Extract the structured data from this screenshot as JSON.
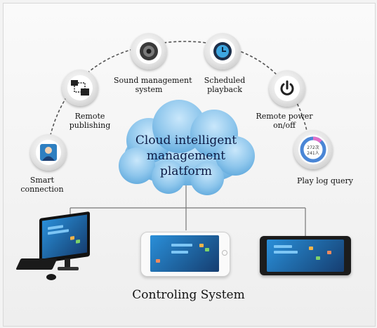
{
  "diagram": {
    "center_label_lines": [
      "Cloud intelligent",
      "management",
      "platform"
    ],
    "footer_label": "Controling System",
    "nodes": [
      {
        "label_lines": [
          "Smart",
          "connection"
        ],
        "icon": "user-icon"
      },
      {
        "label_lines": [
          "Remote",
          "publishing"
        ],
        "icon": "network-icon"
      },
      {
        "label_lines": [
          "Sound management",
          "system"
        ],
        "icon": "speaker-icon"
      },
      {
        "label_lines": [
          "Scheduled",
          "playback"
        ],
        "icon": "clock-icon"
      },
      {
        "label_lines": [
          "Remote power",
          "on/off"
        ],
        "icon": "power-icon"
      },
      {
        "label_lines": [
          "Play log query"
        ],
        "icon": "ring-chart-icon"
      }
    ],
    "ring_chart_text": [
      "272次",
      "241人"
    ],
    "devices": [
      {
        "type": "desktop-computer"
      },
      {
        "type": "smartphone"
      },
      {
        "type": "tablet"
      }
    ],
    "colors": {
      "cloud": "#8ec6ec",
      "cloud_text": "#0c1a44",
      "screen": "#2a8fd9"
    }
  }
}
